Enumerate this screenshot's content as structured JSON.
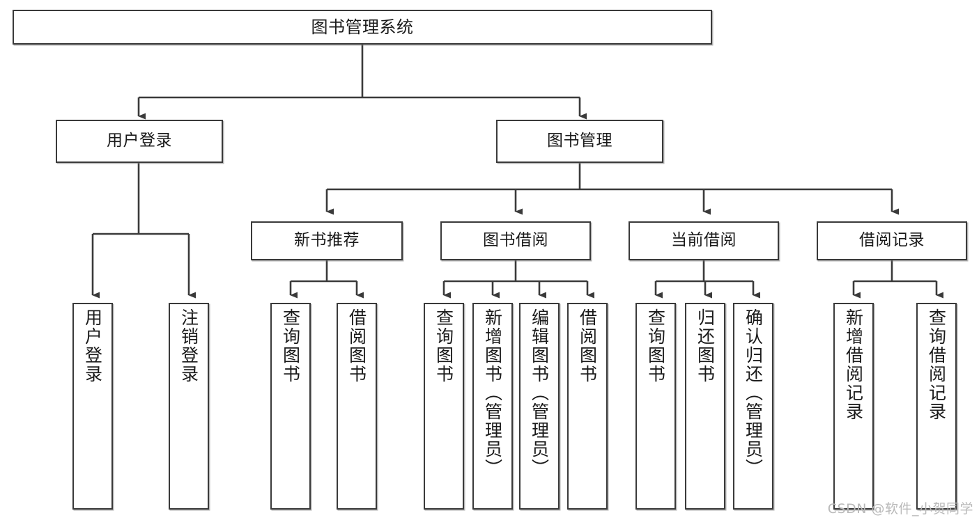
{
  "diagram": {
    "title": "图书管理系统",
    "type": "tree-hierarchy",
    "watermark": "CSDN @软件_小贺同学",
    "colors": {
      "stroke": "#3a3a3a",
      "fill": "#ffffff",
      "text": "#1a1a1a",
      "watermark": "#b9b9b9"
    },
    "nodes": {
      "root": {
        "label": "图书管理系统"
      },
      "level2": [
        {
          "id": "user-login",
          "label": "用户登录"
        },
        {
          "id": "book-manage",
          "label": "图书管理"
        }
      ],
      "level3": [
        {
          "id": "new-book-rec",
          "label": "新书推荐"
        },
        {
          "id": "book-borrow",
          "label": "图书借阅"
        },
        {
          "id": "current-borrow",
          "label": "当前借阅"
        },
        {
          "id": "borrow-record",
          "label": "借阅记录"
        }
      ],
      "leaves": [
        {
          "id": "leaf-user-login",
          "label": "用户登录",
          "parent": "user-login"
        },
        {
          "id": "leaf-logout",
          "label": "注销登录",
          "parent": "user-login"
        },
        {
          "id": "leaf-query-book-1",
          "label": "查询图书",
          "parent": "new-book-rec"
        },
        {
          "id": "leaf-borrow-book-1",
          "label": "借阅图书",
          "parent": "new-book-rec"
        },
        {
          "id": "leaf-query-book-2",
          "label": "查询图书",
          "parent": "book-borrow"
        },
        {
          "id": "leaf-add-book",
          "label": "新增图书（管理员）",
          "parent": "book-borrow"
        },
        {
          "id": "leaf-edit-book",
          "label": "编辑图书（管理员）",
          "parent": "book-borrow"
        },
        {
          "id": "leaf-borrow-book-2",
          "label": "借阅图书",
          "parent": "book-borrow"
        },
        {
          "id": "leaf-query-book-3",
          "label": "查询图书",
          "parent": "current-borrow"
        },
        {
          "id": "leaf-return-book",
          "label": "归还图书",
          "parent": "current-borrow"
        },
        {
          "id": "leaf-confirm-return",
          "label": "确认归还（管理员）",
          "parent": "current-borrow"
        },
        {
          "id": "leaf-add-record",
          "label": "新增借阅记录",
          "parent": "borrow-record"
        },
        {
          "id": "leaf-query-record",
          "label": "查询借阅记录",
          "parent": "borrow-record"
        }
      ]
    }
  }
}
